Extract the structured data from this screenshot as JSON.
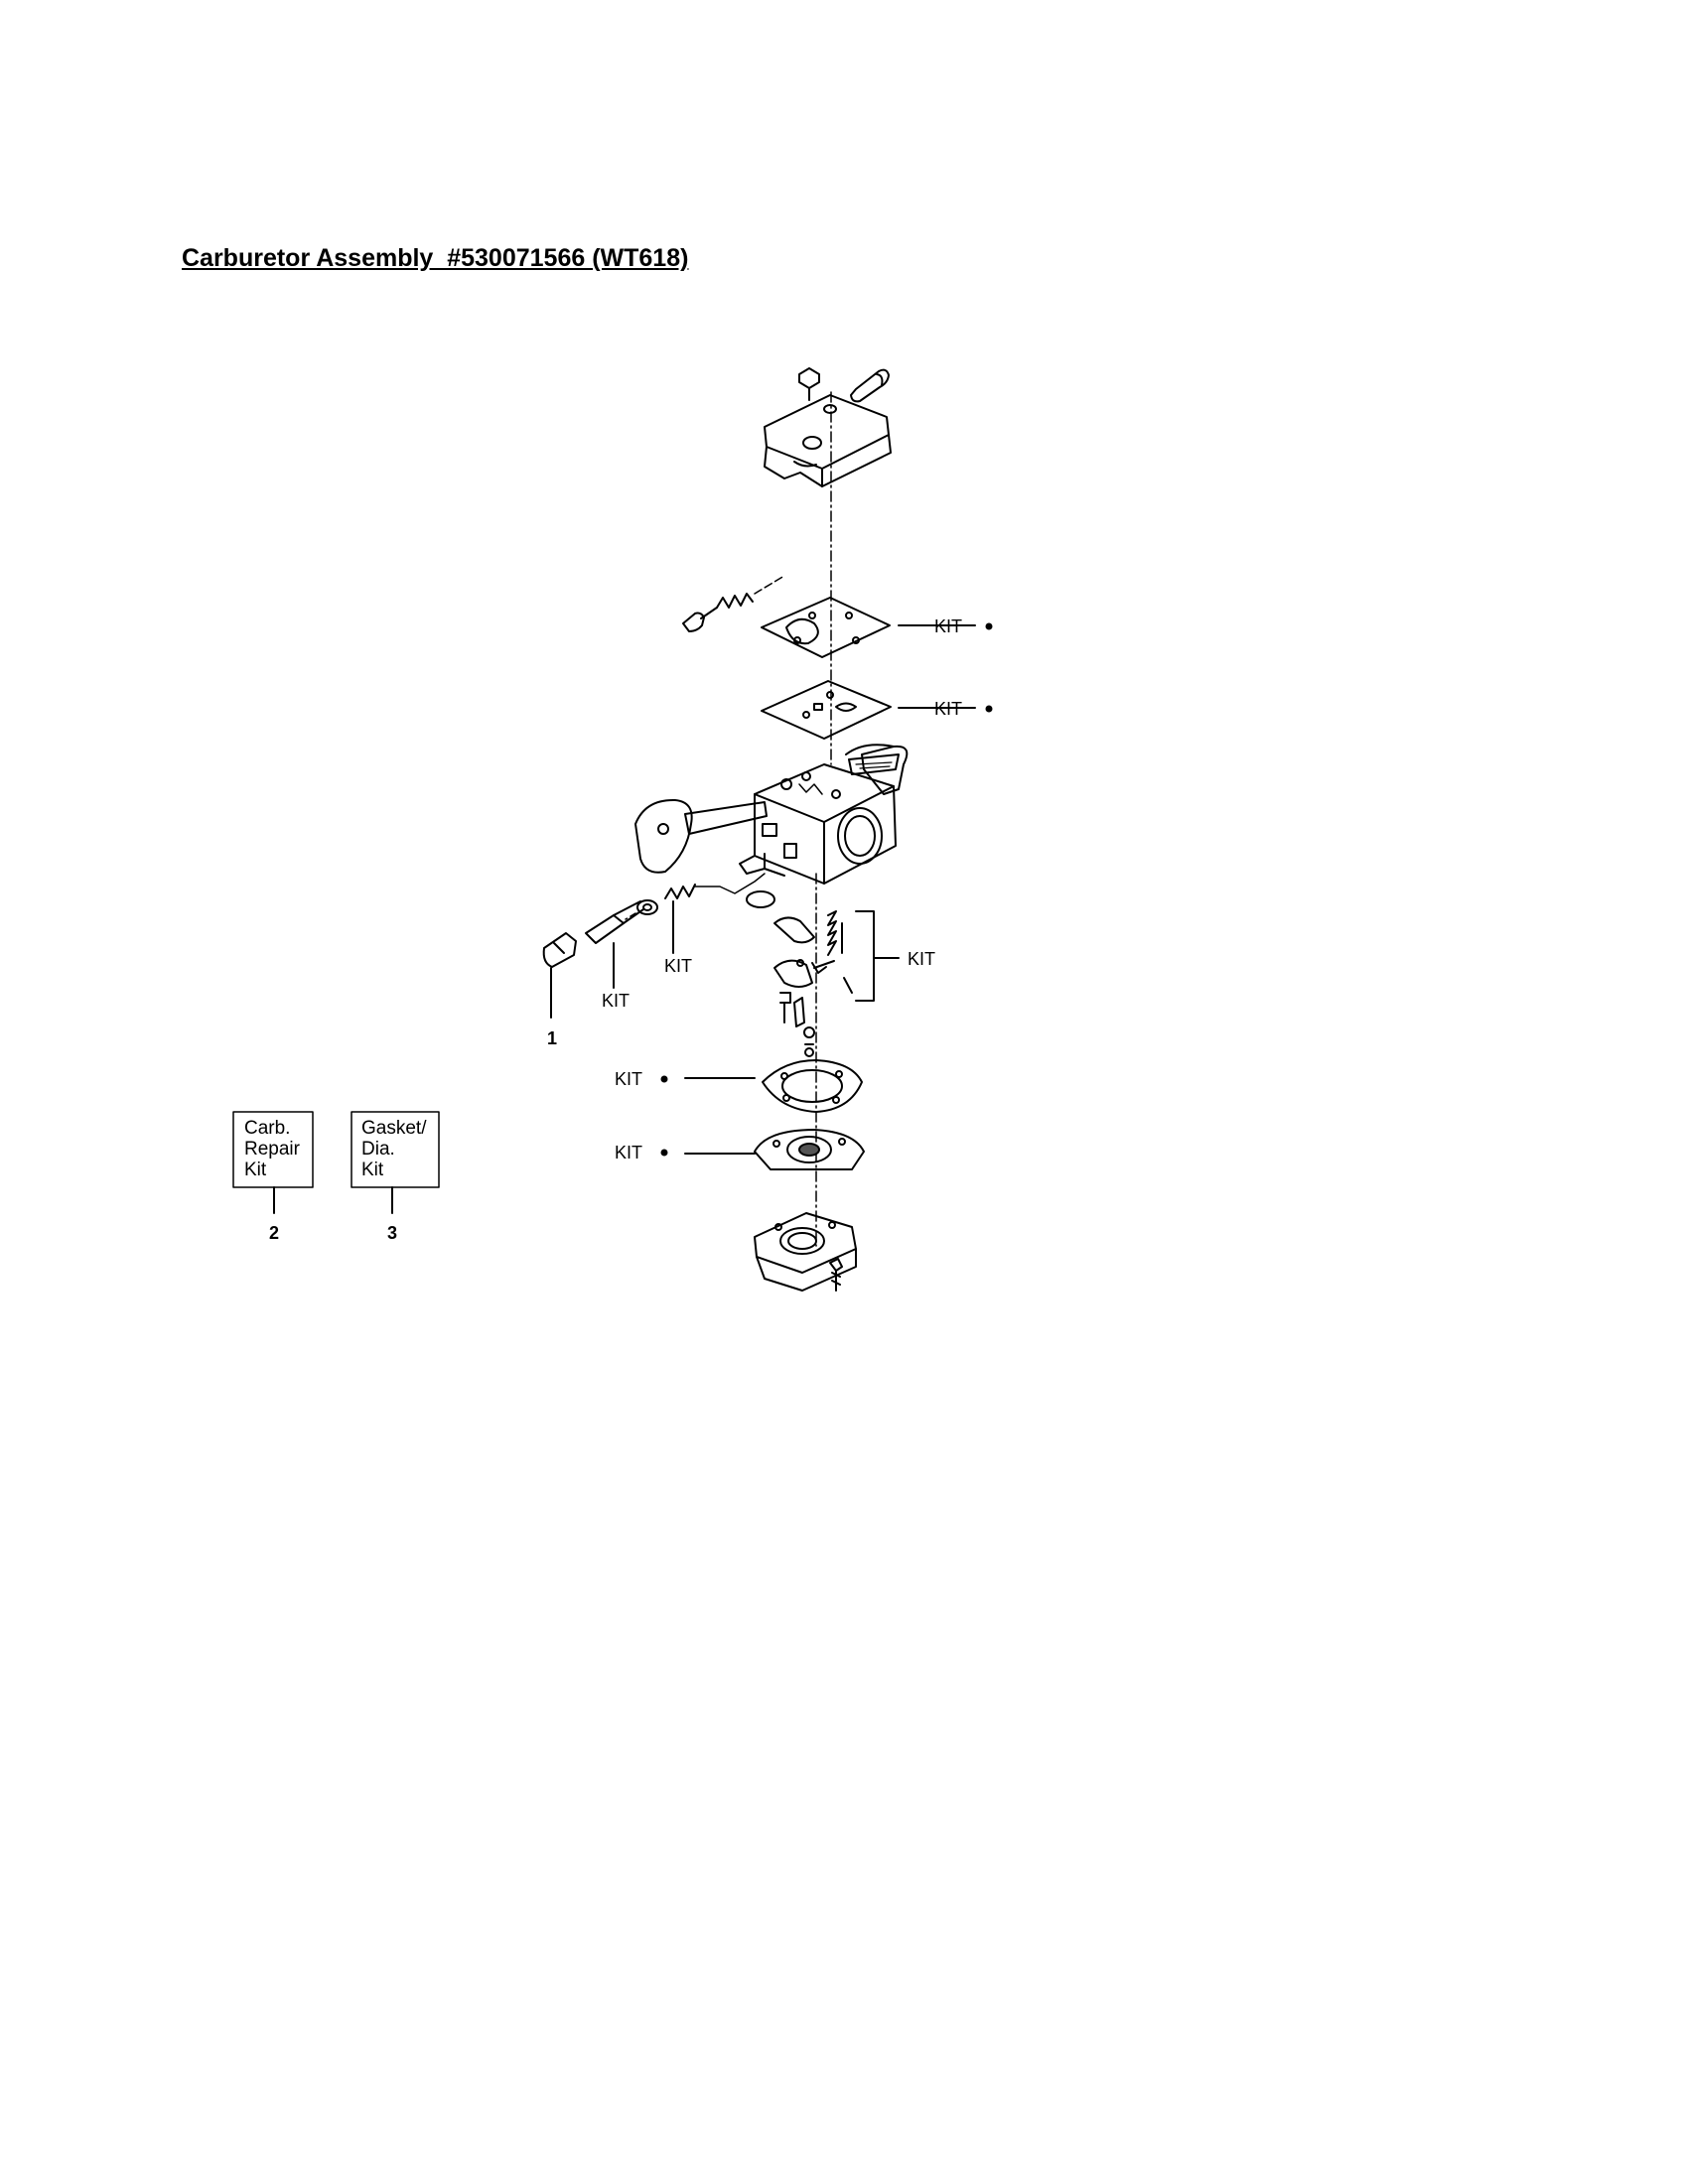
{
  "title": "Carburetor Assembly  #530071566 (WT618)",
  "callouts": {
    "kit_label": "KIT",
    "kit_top_1": "KIT",
    "kit_top_2": "KIT",
    "kit_right": "KIT",
    "kit_spring": "KIT",
    "kit_needle": "KIT",
    "kit_bottom_1": "KIT",
    "kit_bottom_2": "KIT",
    "item_1": "1"
  },
  "kits": [
    {
      "ref": "2",
      "lines": [
        "Carb.",
        "Repair",
        "Kit"
      ]
    },
    {
      "ref": "3",
      "lines": [
        "Gasket/",
        "Dia.",
        "Kit"
      ]
    }
  ],
  "colors": {
    "ink": "#000000",
    "paper": "#ffffff",
    "shade": "#555555"
  }
}
